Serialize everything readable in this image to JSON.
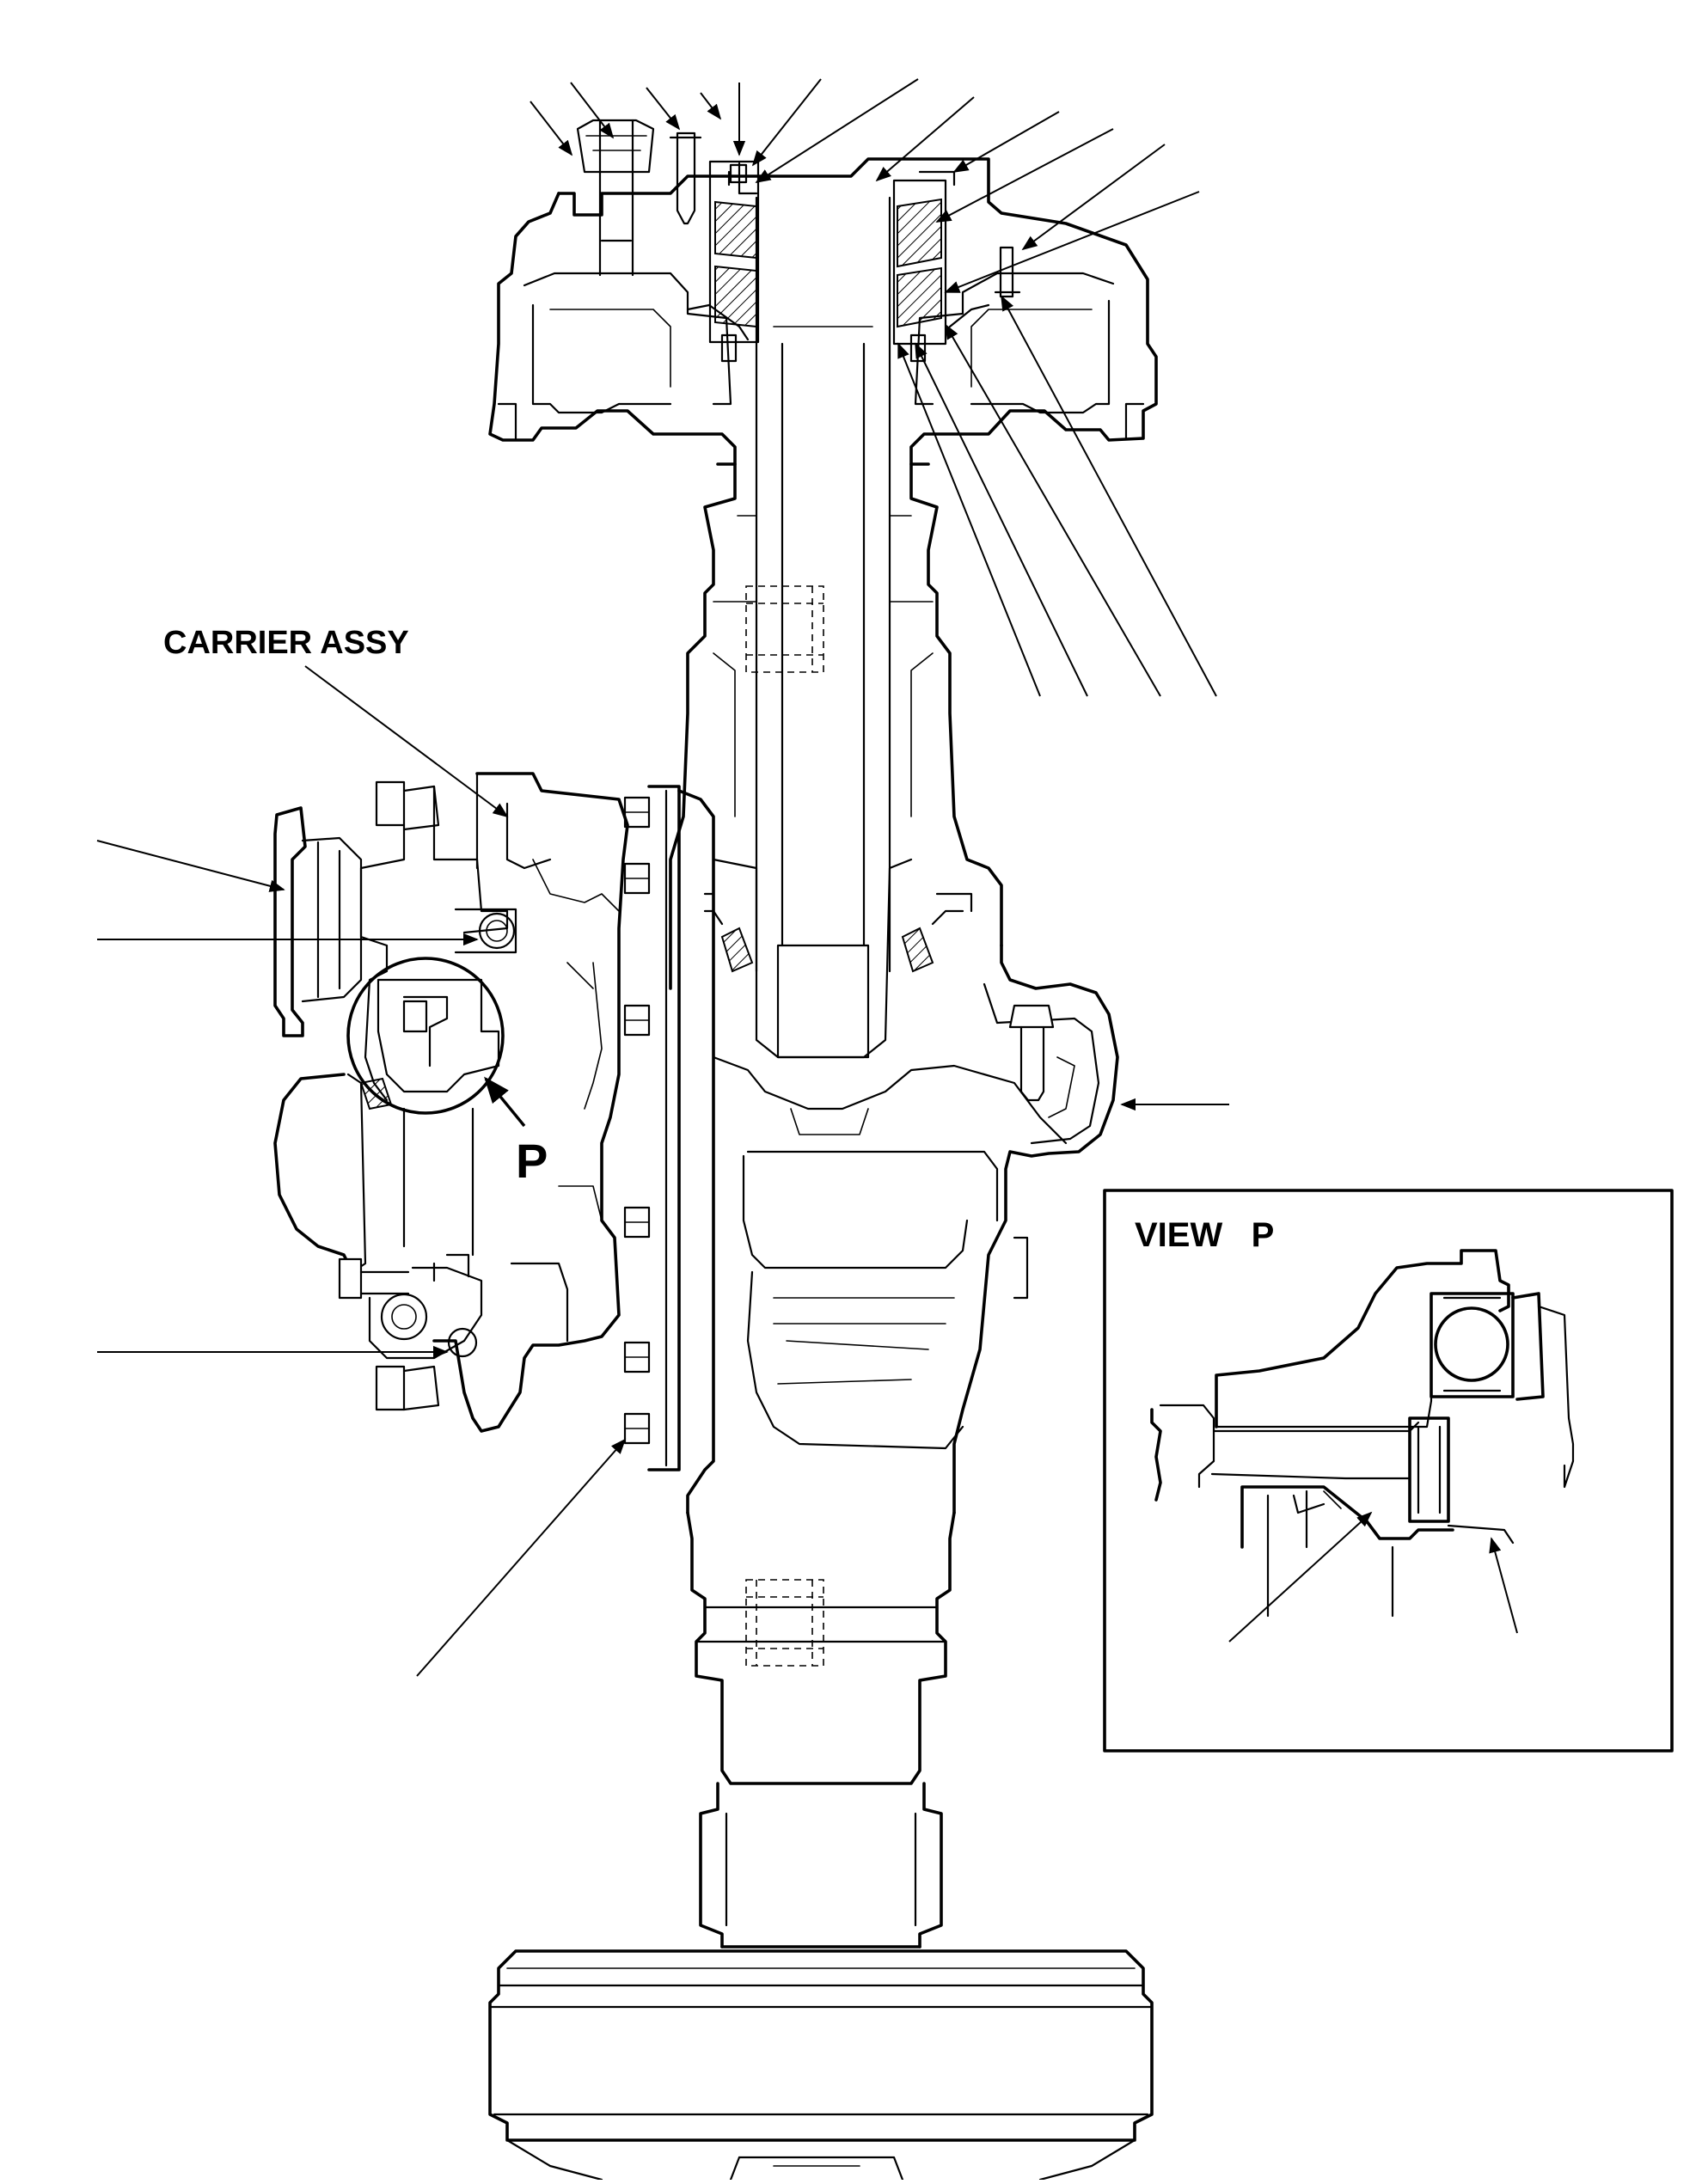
{
  "labels": {
    "carrier_assy": "CARRIER ASSY",
    "view_marker": "P",
    "view_title": "VIEW   P"
  }
}
